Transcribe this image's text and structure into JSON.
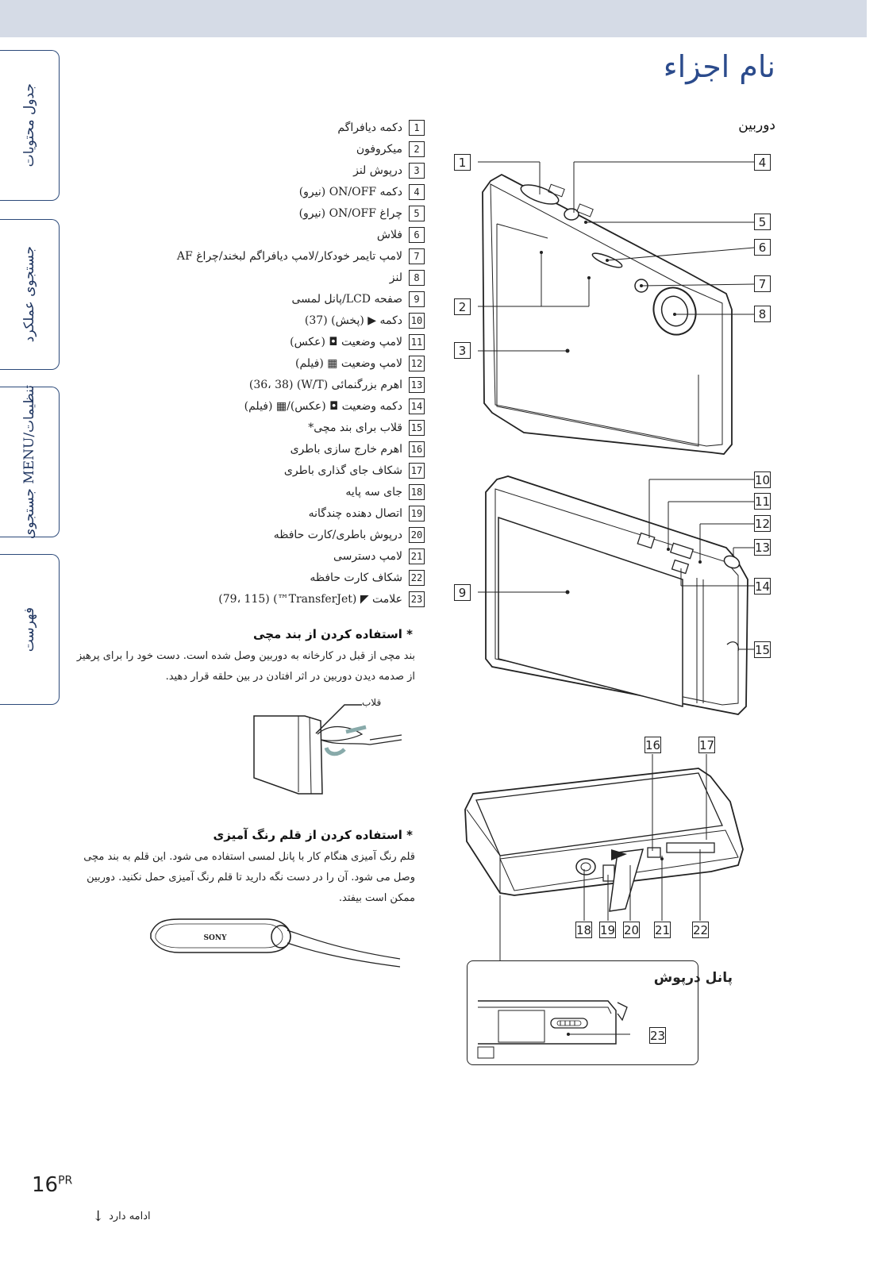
{
  "side_tabs": [
    "جدول محتویات",
    "جستجوی عملکرد",
    "جستجوی MENU/تنظیمات",
    "فهرست"
  ],
  "title": "نام اجزاء",
  "subtitle": "دوربین",
  "parts": [
    {
      "n": "1",
      "label": "دکمه دیافراگم"
    },
    {
      "n": "2",
      "label": "میکروفون"
    },
    {
      "n": "3",
      "label": "درپوش لنز"
    },
    {
      "n": "4",
      "label": "دکمه ON/OFF (نیرو)"
    },
    {
      "n": "5",
      "label": "چراغ ON/OFF (نیرو)"
    },
    {
      "n": "6",
      "label": "فلاش"
    },
    {
      "n": "7",
      "label": "لامپ تایمر خودکار/لامپ دیافراگم لبخند/چراغ AF"
    },
    {
      "n": "8",
      "label": "لنز"
    },
    {
      "n": "9",
      "label": "صفحه LCD/پانل لمسی"
    },
    {
      "n": "10",
      "label": "دکمه ▶ (پخش) (37)"
    },
    {
      "n": "11",
      "label": "لامپ وضعیت ◘ (عکس)"
    },
    {
      "n": "12",
      "label": "لامپ وضعیت ▦ (فیلم)"
    },
    {
      "n": "13",
      "label": "اهرم بزرگنمائی (W/T) (36، 38)"
    },
    {
      "n": "14",
      "label": "دکمه وضعیت ◘ (عکس)/▦ (فیلم)"
    },
    {
      "n": "15",
      "label": "قلاب برای بند مچی*"
    },
    {
      "n": "16",
      "label": "اهرم خارج سازی باطری"
    },
    {
      "n": "17",
      "label": "شکاف جای گذاری باطری"
    },
    {
      "n": "18",
      "label": "جای سه پایه"
    },
    {
      "n": "19",
      "label": "اتصال دهنده چندگانه"
    },
    {
      "n": "20",
      "label": "درپوش باطری/کارت حافظه"
    },
    {
      "n": "21",
      "label": "لامپ دسترسی"
    },
    {
      "n": "22",
      "label": "شکاف کارت حافظه"
    },
    {
      "n": "23",
      "label": "علامت ◤ (TransferJet™) (79، 115)"
    }
  ],
  "note1": {
    "heading": "* استفاده کردن از بند مچی",
    "text": "بند مچی از قبل در کارخانه به دوربین وصل شده است. دست خود را برای پرهیز از صدمه دیدن دوربین در اثر افتادن در بین حلقه قرار دهید.",
    "hook_label": "قلاب"
  },
  "note2": {
    "heading": "* استفاده کردن از قلم رنگ آمیزی",
    "text": "قلم رنگ آمیزی هنگام کار با پانل لمسی استفاده می شود. این قلم به بند مچی وصل می شود. آن را در دست نگه دارید تا قلم رنگ آمیزی حمل نکنید. دوربین ممکن است بیفتد."
  },
  "callouts": [
    "1",
    "2",
    "3",
    "4",
    "5",
    "6",
    "7",
    "8",
    "9",
    "10",
    "11",
    "12",
    "13",
    "14",
    "15",
    "16",
    "17",
    "18",
    "19",
    "20",
    "21",
    "22",
    "23"
  ],
  "bottom_panel_label": "پانل درپوش",
  "stylus_brand": "SONY",
  "page_number": "16",
  "page_suffix": "PR",
  "continue_label": "ادامه دارد"
}
